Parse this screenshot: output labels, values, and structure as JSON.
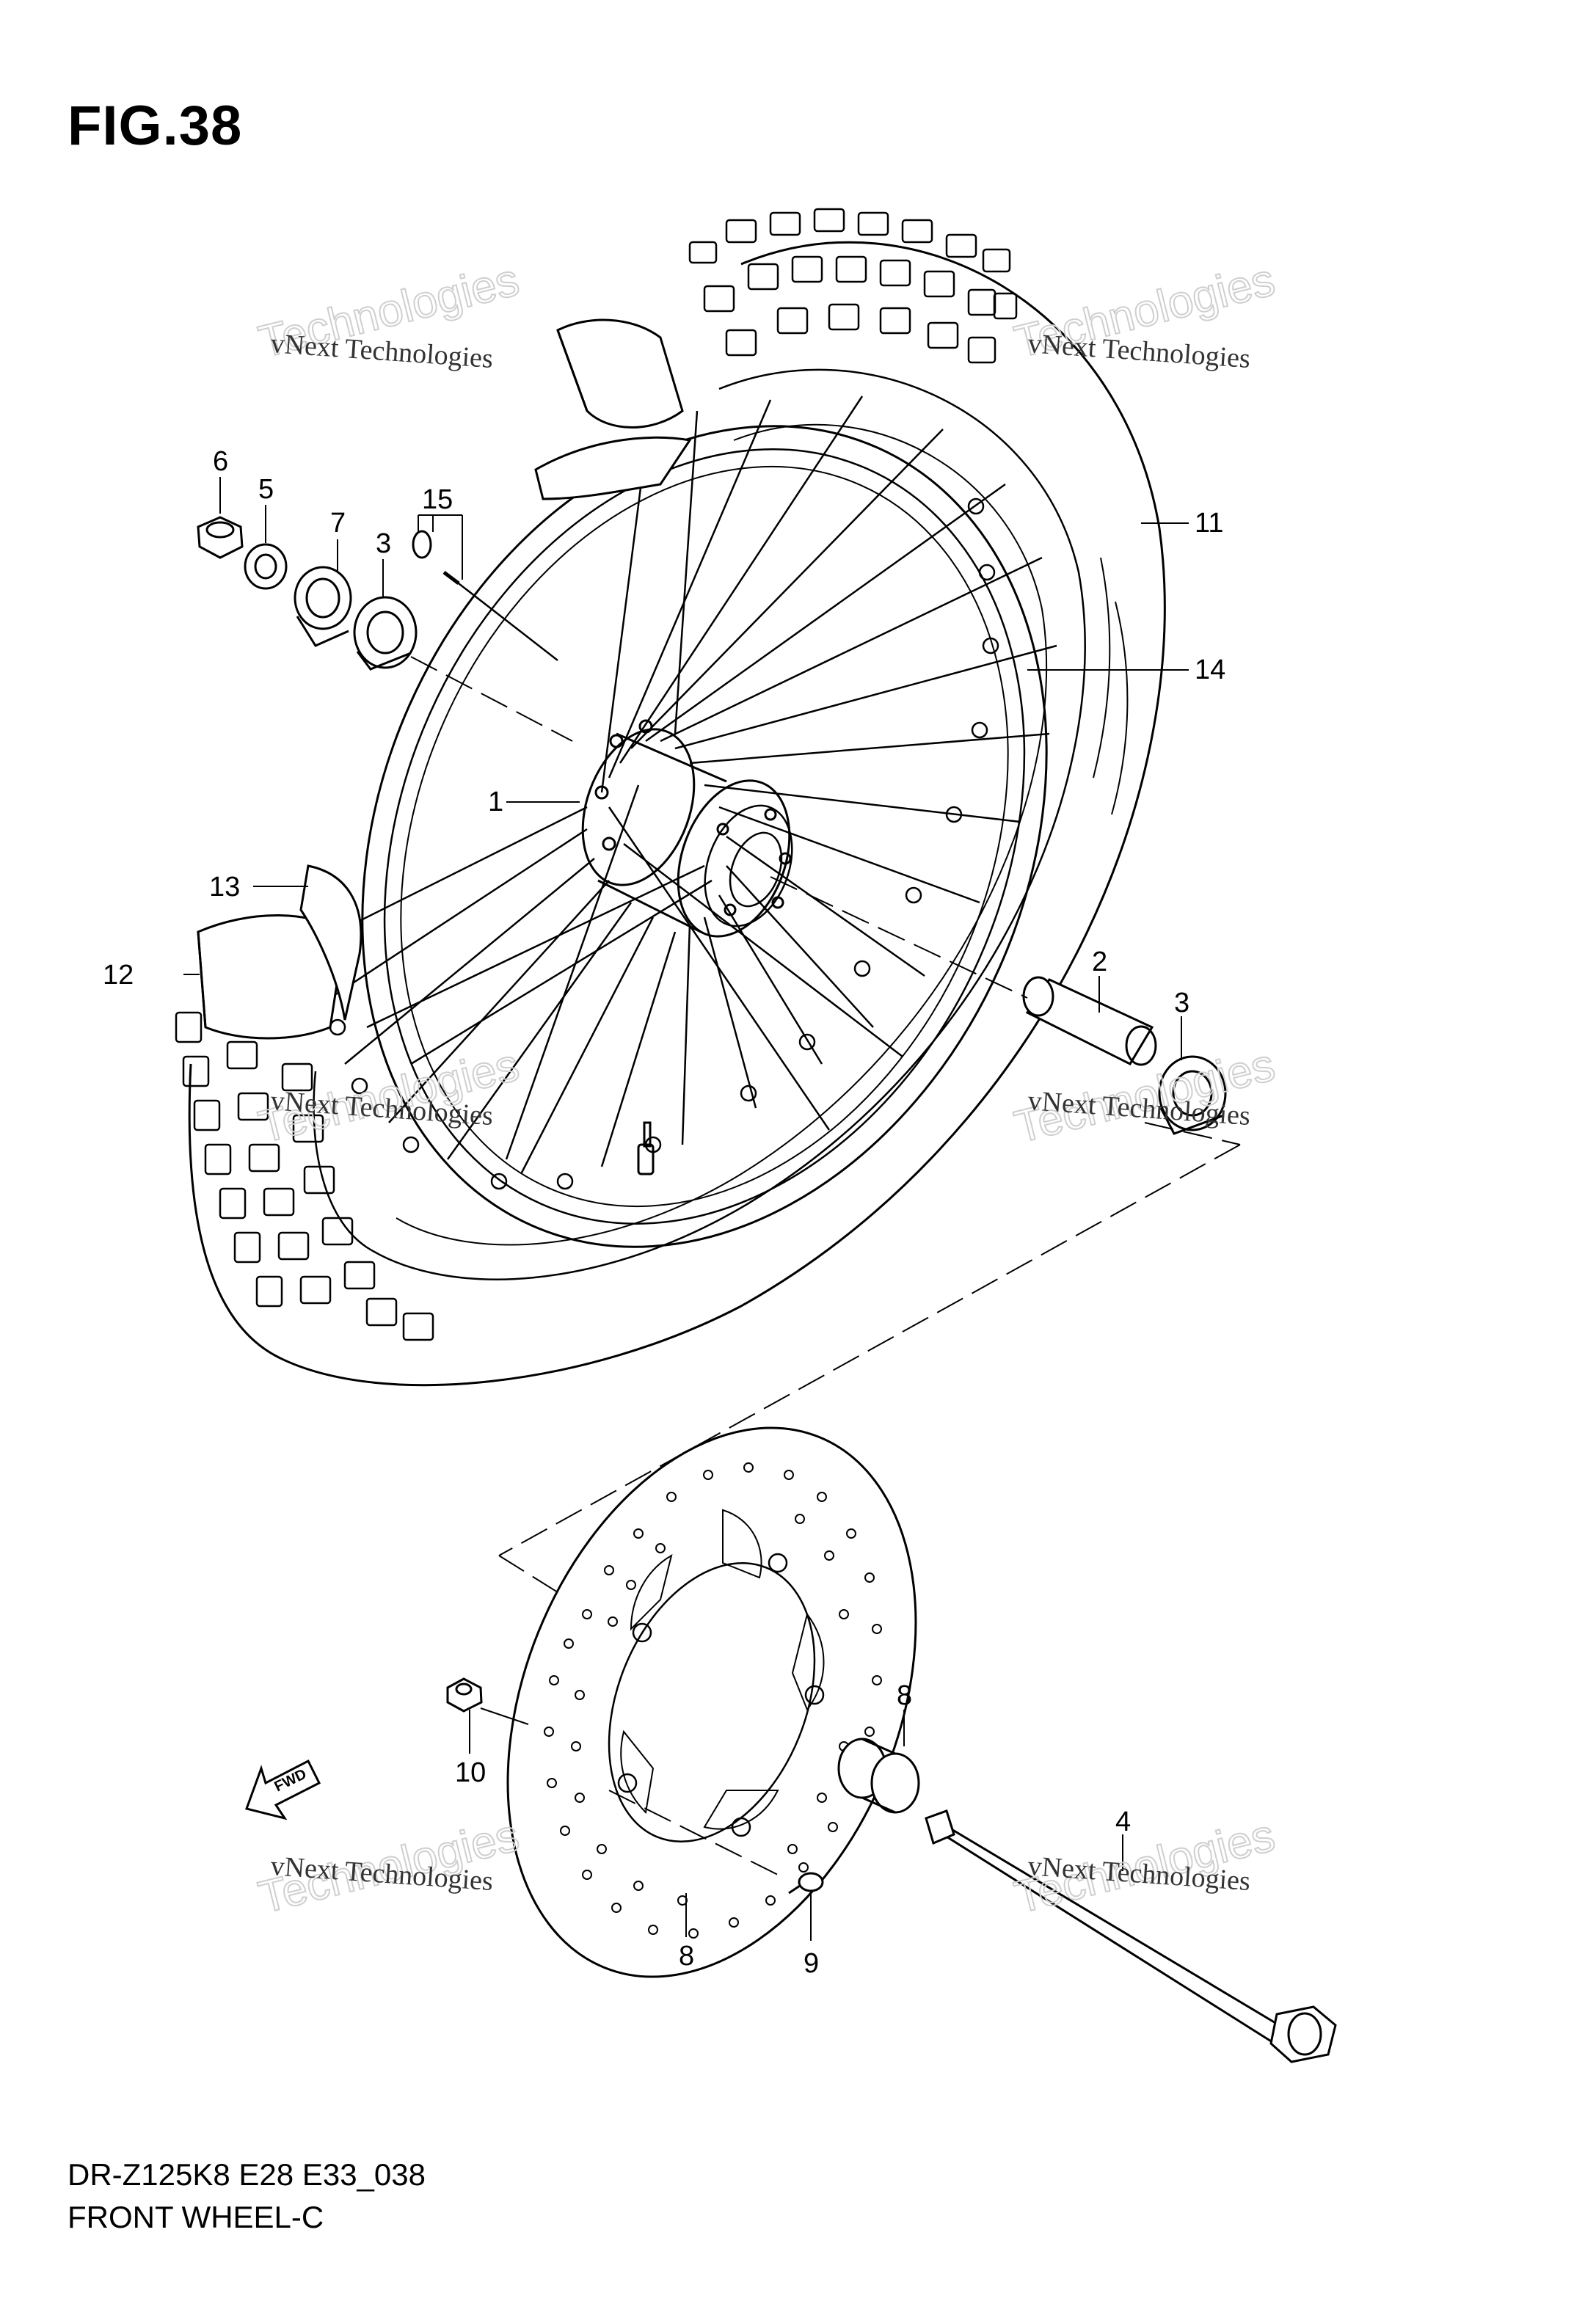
{
  "figure": {
    "title": "FIG.38",
    "footer_model": "DR-Z125K8  E28  E33_038",
    "footer_name": "FRONT WHEEL-C",
    "fwd_label": "FWD"
  },
  "callouts": [
    {
      "id": "c6",
      "text": "6"
    },
    {
      "id": "c5",
      "text": "5"
    },
    {
      "id": "c7",
      "text": "7"
    },
    {
      "id": "c3a",
      "text": "3"
    },
    {
      "id": "c15",
      "text": "15"
    },
    {
      "id": "c1",
      "text": "1"
    },
    {
      "id": "c11",
      "text": "11"
    },
    {
      "id": "c14",
      "text": "14"
    },
    {
      "id": "c13",
      "text": "13"
    },
    {
      "id": "c12",
      "text": "12"
    },
    {
      "id": "c2",
      "text": "2"
    },
    {
      "id": "c3b",
      "text": "3"
    },
    {
      "id": "c8a",
      "text": "8"
    },
    {
      "id": "c10",
      "text": "10"
    },
    {
      "id": "c4",
      "text": "4"
    },
    {
      "id": "c8b",
      "text": "8"
    },
    {
      "id": "c9",
      "text": "9"
    }
  ],
  "watermark": {
    "company": "vNext Technologies",
    "line1": "vNext",
    "line2": "Technologies"
  }
}
